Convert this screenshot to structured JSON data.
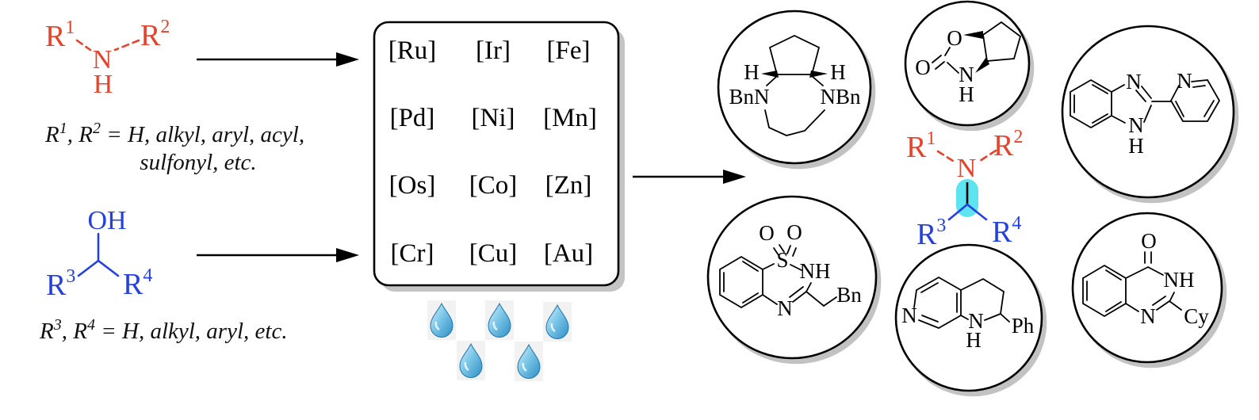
{
  "colors": {
    "amine_red": "#e5432c",
    "alcohol_blue": "#2540e0",
    "highlight_cyan": "#5ce4f0",
    "shadow_gray": "#c2c2c2",
    "droplet_blue": "#2f8ec5"
  },
  "amine": {
    "r1": {
      "base": "R",
      "sup": "1"
    },
    "r2": {
      "base": "R",
      "sup": "2"
    },
    "n": "N",
    "h": "H",
    "note1_parts": [
      "R",
      "1",
      ", R",
      "2",
      " = H, alkyl, aryl, acyl,"
    ],
    "note2": "sulfonyl, etc."
  },
  "alcohol": {
    "oh": "OH",
    "r3": {
      "base": "R",
      "sup": "3"
    },
    "r4": {
      "base": "R",
      "sup": "4"
    },
    "note_parts": [
      "R",
      "3",
      ", R",
      "4",
      " = H, alkyl, aryl, etc."
    ]
  },
  "catalysts": {
    "grid": [
      [
        "[Ru]",
        "[Ir]",
        "[Fe]"
      ],
      [
        "[Pd]",
        "[Ni]",
        "[Mn]"
      ],
      [
        "[Os]",
        "[Co]",
        "[Zn]"
      ],
      [
        "[Cr]",
        "[Cu]",
        "[Au]"
      ]
    ]
  },
  "droplets": {
    "count": 5,
    "icon": "water-droplet"
  },
  "product": {
    "r1": {
      "base": "R",
      "sup": "1"
    },
    "r2": {
      "base": "R",
      "sup": "2"
    },
    "n": "N",
    "r3": {
      "base": "R",
      "sup": "3"
    },
    "r4": {
      "base": "R",
      "sup": "4"
    }
  },
  "molecules": {
    "diamine": {
      "h_left": "H",
      "h_right": "H",
      "n_left": "BnN",
      "n_right": "NBn"
    },
    "oxazolidinone": {
      "ring_o": "O",
      "carbonyl_o": "O",
      "n": "N",
      "h": "H"
    },
    "benzimidazole_pyridine": {
      "imidazole_n": "N",
      "nh_n": "N",
      "nh_h": "H",
      "pyridine_n": "N"
    },
    "benzothiadiazine": {
      "o_left": "O",
      "o_right": "O",
      "s": "S",
      "nh": "NH",
      "n": "N",
      "bn": "Bn"
    },
    "tetrahydronaphthyridine": {
      "pyridine_n": "N",
      "nh_n": "N",
      "nh_h": "H",
      "ph": "Ph"
    },
    "quinazolinone": {
      "o": "O",
      "nh": "NH",
      "n": "N",
      "cy": "Cy"
    }
  }
}
